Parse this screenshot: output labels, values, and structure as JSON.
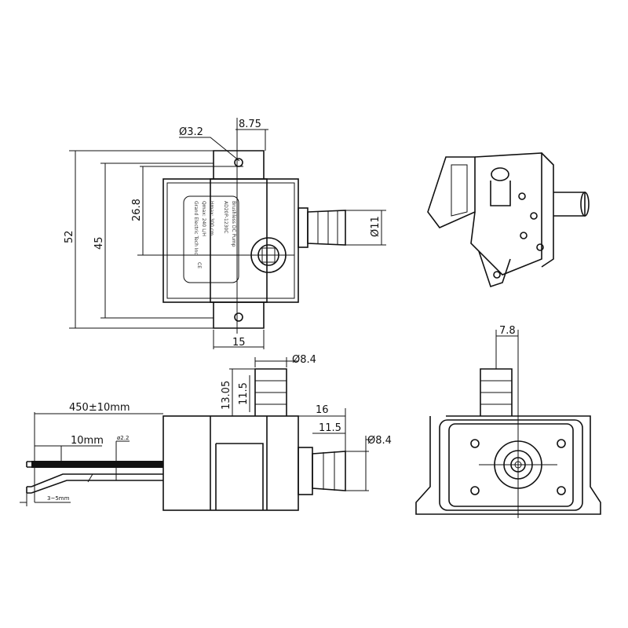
{
  "dimensions": {
    "hole_dia": "Ø3.2",
    "flange_offset": "8.75",
    "height_overall": "52",
    "height_body": "45",
    "center_height": "26.8",
    "outlet_dia": "Ø11",
    "flange_width": "15",
    "top_nozzle_dia": "Ø8.4",
    "top_nozzle_height": "13.05",
    "top_barb_length": "11.5",
    "side_nozzle_length": "16",
    "side_barb_length": "11.5",
    "side_nozzle_dia": "Ø8.4",
    "cable_length": "450±10mm",
    "strip_length": "10mm",
    "wire_dia": "ø2.2",
    "wire_offset": "3~5mm",
    "nozzle_offset": "7.8"
  },
  "label": {
    "line1": "Brushless DC Pump",
    "line2": "AD20P-1230C",
    "line3": "Hmax: 300 cm",
    "line4": "Qmax: 240 L/H",
    "line5": "Grand Electric Tech Inc",
    "ce_mark": "CE"
  }
}
